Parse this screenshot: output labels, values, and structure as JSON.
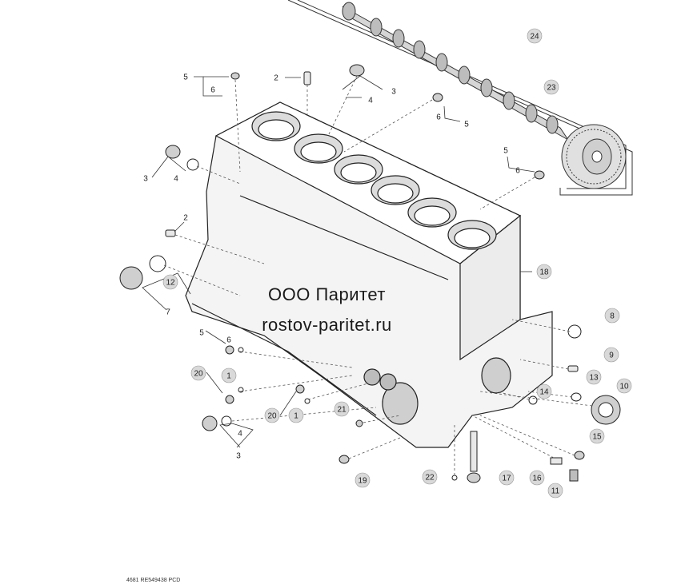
{
  "watermark": {
    "line1": "ООО Паритет",
    "line2": "rostov-paritet.ru"
  },
  "footer": {
    "code": "4681  RE549438  PCD"
  },
  "callouts": [
    {
      "id": "c-24",
      "label": "24",
      "style": "circle"
    },
    {
      "id": "c-23",
      "label": "23",
      "style": "circle"
    },
    {
      "id": "c-5a",
      "label": "5",
      "style": "plain"
    },
    {
      "id": "c-6a",
      "label": "6",
      "style": "plain"
    },
    {
      "id": "c-2a",
      "label": "2",
      "style": "plain"
    },
    {
      "id": "c-3a",
      "label": "3",
      "style": "plain"
    },
    {
      "id": "c-4a",
      "label": "4",
      "style": "plain"
    },
    {
      "id": "c-6b",
      "label": "6",
      "style": "plain"
    },
    {
      "id": "c-5b",
      "label": "5",
      "style": "plain"
    },
    {
      "id": "c-5c",
      "label": "5",
      "style": "plain"
    },
    {
      "id": "c-6c",
      "label": "6",
      "style": "plain"
    },
    {
      "id": "c-3b",
      "label": "3",
      "style": "plain"
    },
    {
      "id": "c-4b",
      "label": "4",
      "style": "plain"
    },
    {
      "id": "c-2b",
      "label": "2",
      "style": "plain"
    },
    {
      "id": "c-12",
      "label": "12",
      "style": "circle"
    },
    {
      "id": "c-7",
      "label": "7",
      "style": "plain"
    },
    {
      "id": "c-18",
      "label": "18",
      "style": "circle"
    },
    {
      "id": "c-8",
      "label": "8",
      "style": "circle"
    },
    {
      "id": "c-9",
      "label": "9",
      "style": "circle"
    },
    {
      "id": "c-13",
      "label": "13",
      "style": "circle"
    },
    {
      "id": "c-10",
      "label": "10",
      "style": "circle"
    },
    {
      "id": "c-14",
      "label": "14",
      "style": "circle"
    },
    {
      "id": "c-15",
      "label": "15",
      "style": "circle"
    },
    {
      "id": "c-16",
      "label": "16",
      "style": "circle"
    },
    {
      "id": "c-11",
      "label": "11",
      "style": "circle"
    },
    {
      "id": "c-17",
      "label": "17",
      "style": "circle"
    },
    {
      "id": "c-22",
      "label": "22",
      "style": "circle"
    },
    {
      "id": "c-19",
      "label": "19",
      "style": "circle"
    },
    {
      "id": "c-21",
      "label": "21",
      "style": "circle"
    },
    {
      "id": "c-20a",
      "label": "20",
      "style": "circle"
    },
    {
      "id": "c-1a",
      "label": "1",
      "style": "circle"
    },
    {
      "id": "c-5d",
      "label": "5",
      "style": "plain"
    },
    {
      "id": "c-6d",
      "label": "6",
      "style": "plain"
    },
    {
      "id": "c-20b",
      "label": "20",
      "style": "circle"
    },
    {
      "id": "c-1b",
      "label": "1",
      "style": "circle"
    },
    {
      "id": "c-4c",
      "label": "4",
      "style": "plain"
    },
    {
      "id": "c-3c",
      "label": "3",
      "style": "plain"
    }
  ]
}
